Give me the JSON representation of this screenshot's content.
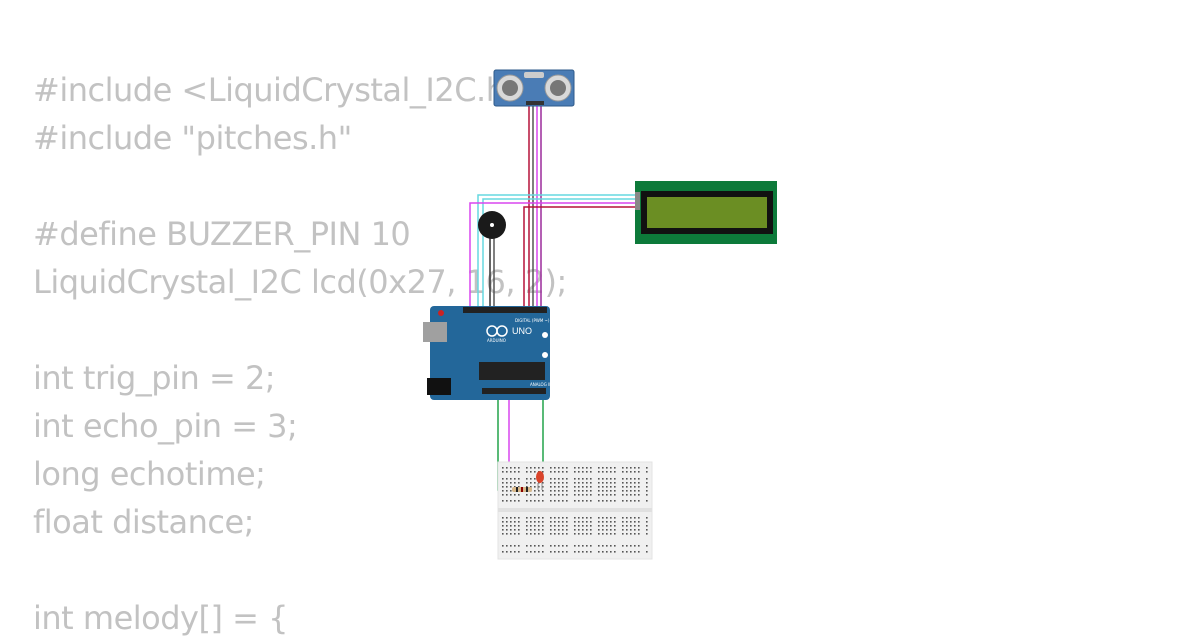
{
  "code_lines": [
    "#include <LiquidCrystal_I2C.h>",
    "#include \"pitches.h\"",
    "",
    "#define BUZZER_PIN 10",
    "LiquidCrystal_I2C lcd(0x27, 16, 2);",
    "",
    "int trig_pin = 2;",
    "int echo_pin = 3;",
    "long echotime;",
    "float distance;",
    "",
    "int melody[] = {"
  ],
  "board": {
    "logo_text": "UNO",
    "brand_text": "ARDUINO",
    "digital_label": "DIGITAL (PWM ~)",
    "analog_label": "ANALOG IN"
  },
  "colors": {
    "board_blue": "#23679a",
    "lcd_green": "#0d7a3a",
    "lcd_screen": "#6b8e23",
    "wire_magenta": "#d946ef",
    "wire_cyan": "#67d8e0",
    "wire_green": "#22a34a",
    "wire_red": "#b5123a"
  }
}
